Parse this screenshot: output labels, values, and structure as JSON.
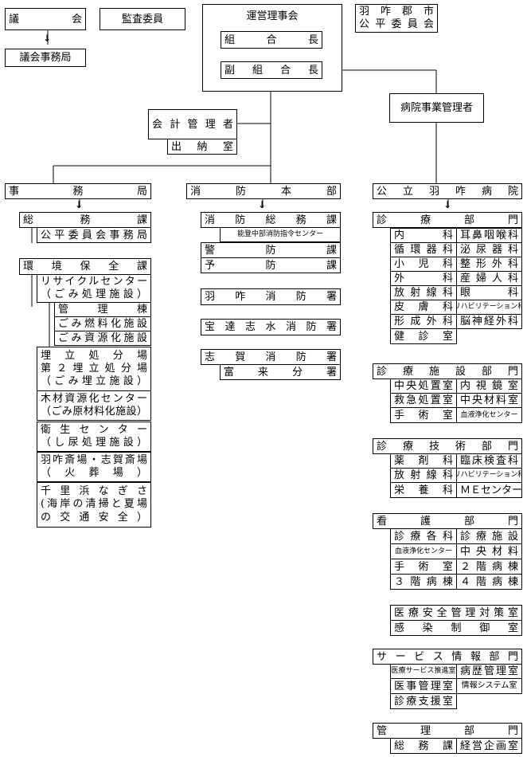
{
  "nodes": {
    "gikai": "議　　会",
    "gikai_jimukyoku": "議会事務局",
    "kansa_iin": "監査委員",
    "unei_rijikai": "運営理事会",
    "kumiaicho": "組　合　長",
    "fuku_kumiaicho": "副組合長",
    "hakui_gunshi": "羽咋郡市",
    "kohei_iinkai": "公平委員会",
    "kaikei_kanrisha": "会計管理者",
    "suitoshitsu": "出納室",
    "byoin_jigyo_kanrisha": "病院事業管理者",
    "jimukyoku": "事務局",
    "somuka": "総務課",
    "kohei_jimukyoku": "公平委員会事務局",
    "kankyo_hozenka": "環境保全課",
    "recycle_center": "リサイクルセンター",
    "gomi_shori": "（ごみ処理施設）",
    "kanrito": "管理棟",
    "gomi_nenryo": "ごみ燃料化施設",
    "gomi_shigen": "ごみ資源化施設",
    "umetate1": "埋立処分場",
    "umetate2": "第２埋立処分場",
    "gomi_umetate": "（ごみ埋立施設）",
    "mokuzai": "木材資源化センター",
    "gomi_genzairyo": "（ごみ原材料化施設）",
    "eisei_center": "衛生センター",
    "shinyo": "（し尿処理施設）",
    "saijo": "羽咋斎場・志賀斎場",
    "kaso": "（火葬場）",
    "chirihama1": "千里浜なぎさ",
    "chirihama2": "(海岸の清掃と夏場",
    "chirihama3": "の交通安全）",
    "shobo_honbu": "消防本部",
    "shobo_somuka": "消防総務課",
    "shirei_center": "能登中部消防指令センター",
    "keibouka": "警防課",
    "yobouka": "予防課",
    "hakui_shobosho": "羽咋消防署",
    "hodatsu_shobosho": "宝達志水消防署",
    "shika_shobosho": "志賀消防署",
    "togi_bunsho": "富来分署",
    "koritsu_hakui": "公立羽咋病院",
    "shinryo_bumon": "診療部門",
    "naika": "内科",
    "jibi": "耳鼻咽喉科",
    "junkanki": "循環器科",
    "hinyoki": "泌尿器科",
    "shoni": "小児科",
    "seikei": "整形外科",
    "geka": "外科",
    "sanfujin": "産婦人科",
    "hoshasen": "放射線科",
    "ganka": "眼科",
    "hifu": "皮膚科",
    "rehab": "リハビリテーション科",
    "keisei": "形成外科",
    "noshinkei": "脳神経外科",
    "kenshinshitsu": "健診室",
    "shinryo_shisetsu": "診療施設部門",
    "chuo_shochi": "中央処置室",
    "naishikyo": "内視鏡室",
    "kyukyu": "救急処置室",
    "chuo_zairyo": "中央材料室",
    "shujutsu": "手術室",
    "ketsueki_joka": "血液浄化センター",
    "shinryo_gijutsu": "診療技術部門",
    "yakuzai": "薬剤科",
    "rinsho_kensa": "臨床検査科",
    "hoshasen2": "放射線科",
    "rehab2": "リハビリテーション科",
    "eiyo": "栄養科",
    "me_center": "ＭＥセンター",
    "kango_bumon": "看護部門",
    "shinryo_kakuka": "診療各科",
    "shinryo_shisetsu2": "診療施設",
    "ketsueki_joka2": "血液浄化センター",
    "chuo_zairyo2": "中央材料",
    "shujutsu2": "手術室",
    "byoto2": "２階病棟",
    "byoto3": "３階病棟",
    "byoto4": "４階病棟",
    "iryo_anzen": "医療安全管理対策室",
    "kansen": "感染制御室",
    "service_joho": "サービス情報部門",
    "iryo_service": "医療サービス推進室",
    "byoreki": "病歴管理室",
    "iji_kanri": "医事管理室",
    "joho_system": "情報システム室",
    "shinryo_shien": "診療支援室",
    "kanri_bumon": "管理部門",
    "somuka2": "総務課",
    "keiei_kikaku": "経営企画室"
  }
}
